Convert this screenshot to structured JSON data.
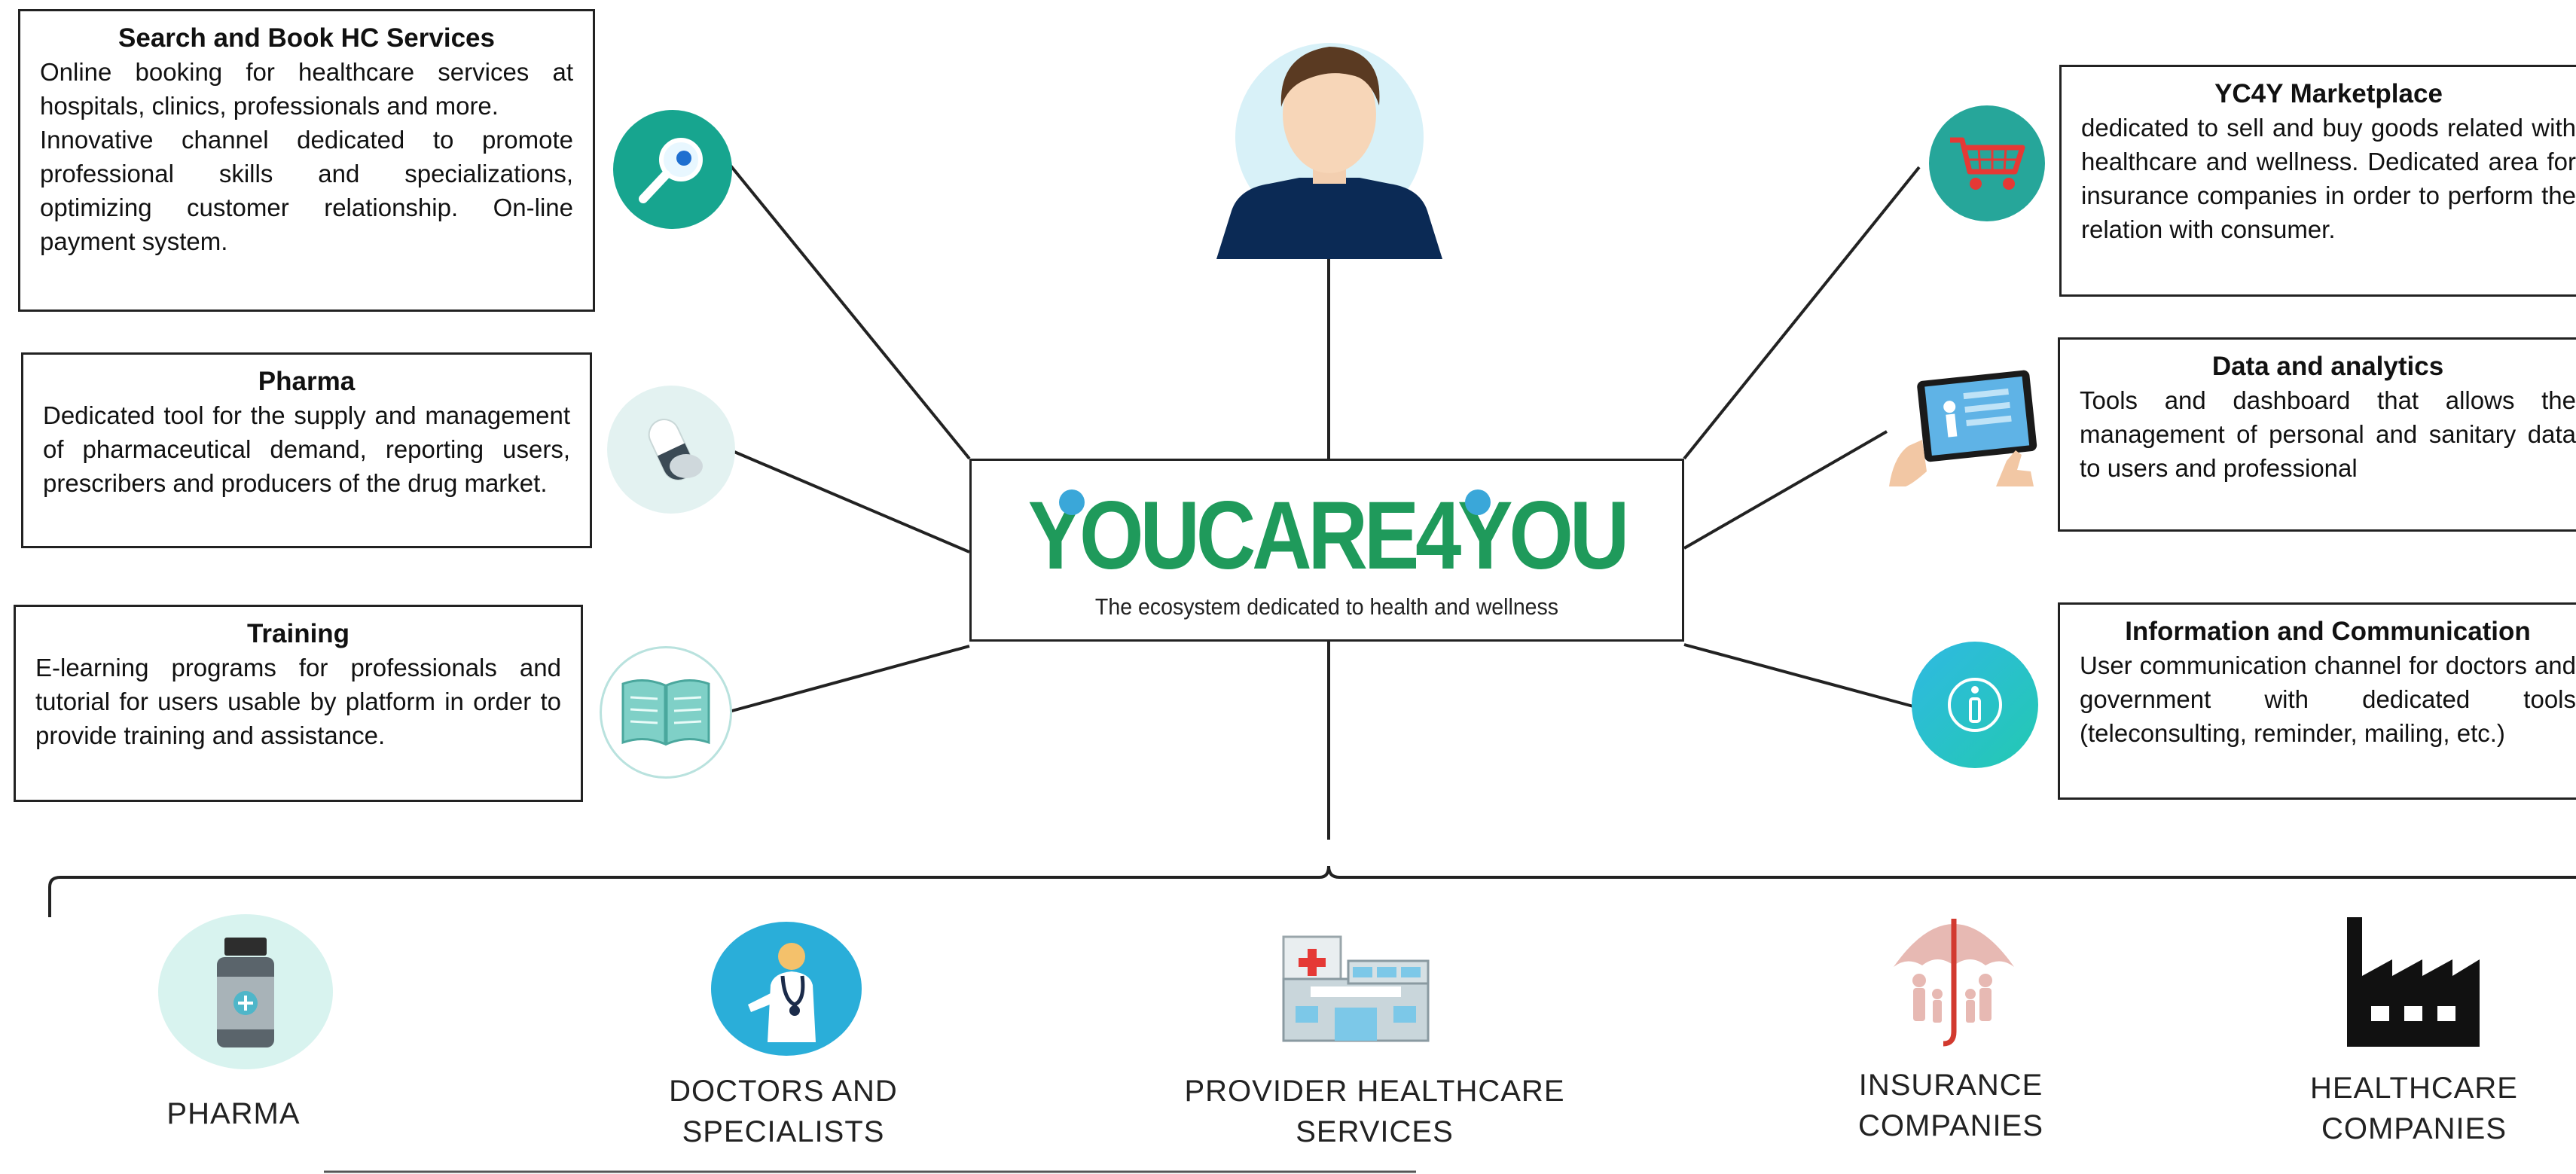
{
  "center": {
    "logo_text": "YOUCARE4YOU",
    "tagline": "The ecosystem dedicated to health and wellness"
  },
  "services": [
    {
      "title": "Search and Book HC Services",
      "text_1": "Online booking for healthcare services at hospitals, clinics, professionals and more.",
      "text_2": "Innovative channel dedicated to promote professional skills and specializations, optimizing customer relationship. On-line payment system.",
      "icon": "magnifier-icon"
    },
    {
      "title": "Pharma",
      "text_1": "Dedicated tool for the supply and management of pharmaceutical demand, reporting users, prescribers and producers of the drug market.",
      "icon": "pill-icon"
    },
    {
      "title": "Training",
      "text_1": "E-learning programs for professionals and tutorial for users usable by platform in order to provide training and assistance.",
      "icon": "book-icon"
    },
    {
      "title": "YC4Y Marketplace",
      "text_1": "dedicated to sell and buy goods related with healthcare and wellness. Dedicated area for insurance companies in order to perform the relation with consumer.",
      "icon": "cart-icon"
    },
    {
      "title": "Data and analytics",
      "text_1": "Tools and dashboard that allows the management of personal and sanitary data to users and professional",
      "icon": "tablet-icon"
    },
    {
      "title": "Information and Communication",
      "text_1": "User communication channel for doctors and government with dedicated tools (teleconsulting, reminder, mailing, etc.)",
      "icon": "info-icon"
    }
  ],
  "stakeholders": [
    {
      "line1": "PHARMA",
      "line2": "",
      "icon": "medicine-bottle-icon"
    },
    {
      "line1": "DOCTORS AND",
      "line2": "SPECIALISTS",
      "icon": "doctor-icon"
    },
    {
      "line1": "PROVIDER HEALTHCARE",
      "line2": "SERVICES",
      "icon": "hospital-icon"
    },
    {
      "line1": "INSURANCE",
      "line2": "COMPANIES",
      "icon": "umbrella-family-icon"
    },
    {
      "line1": "HEALTHCARE",
      "line2": "COMPANIES",
      "icon": "factory-icon"
    }
  ],
  "colors": {
    "brand_green": "#1f9a5b",
    "brand_blue": "#3aa7d9",
    "teal": "#26a69a",
    "user_shirt": "#0b2a55",
    "user_circle": "#d8f1f8"
  }
}
